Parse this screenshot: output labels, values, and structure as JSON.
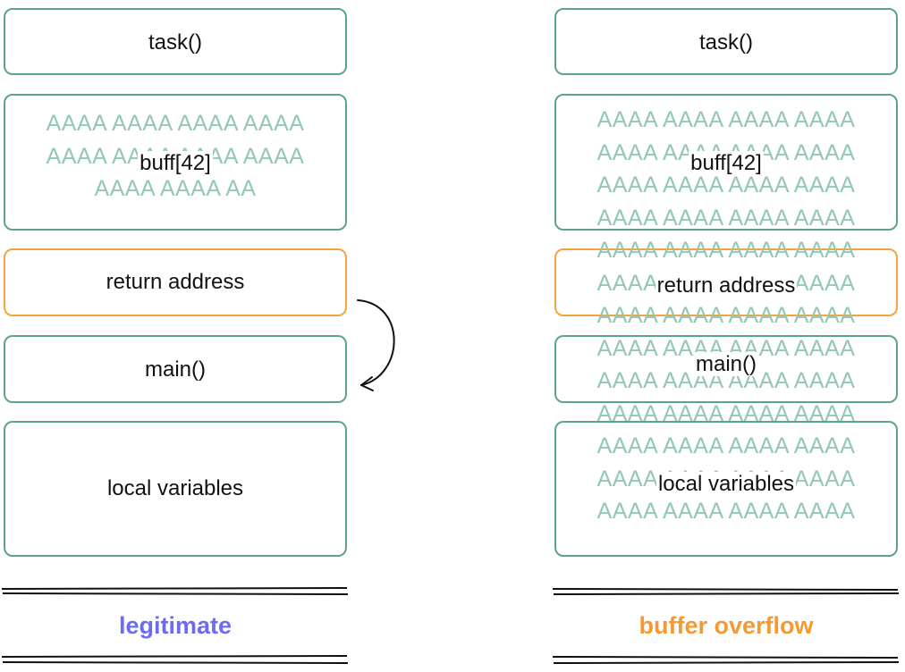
{
  "colors": {
    "green": "#5aa58c",
    "fill_text": "#92c8b4",
    "orange": "#f5a23a",
    "legit": "#6c6cf2",
    "overflow": "#f59a32"
  },
  "legitimate": {
    "task": "task()",
    "buff": "buff[42]",
    "buff_fill": [
      "AAAA AAAA AAAA AAAA",
      "AAAA AAAA AAAA AAAA",
      "AAAA AAAA AA"
    ],
    "return_address": "return address",
    "main": "main()",
    "locals": "local variables",
    "caption": "legitimate"
  },
  "overflow": {
    "task": "task()",
    "buff": "buff[42]",
    "return_address": "return address",
    "main": "main()",
    "locals": "local variables",
    "fill": [
      "AAAA AAAA AAAA AAAA",
      "AAAA AAAA AAAA AAAA",
      "AAAA AAAA AAAA AAAA",
      "AAAA AAAA AAAA AAAA",
      "AAAA AAAA AAAA AAAA",
      "AAAA AAAA AAAA AAAA",
      "AAAA AAAA AAAA AAAA",
      "AAAA AAAA AAAA AAAA",
      "AAAA AAAA AAAA AAAA",
      "AAAA AAAA AAAA AAAA",
      "AAAA AAAA AAAA AAAA",
      "AAAA AAAA AAAA AAAA",
      "AAAA AAAA AAAA AAAA"
    ],
    "caption": "buffer overflow"
  }
}
